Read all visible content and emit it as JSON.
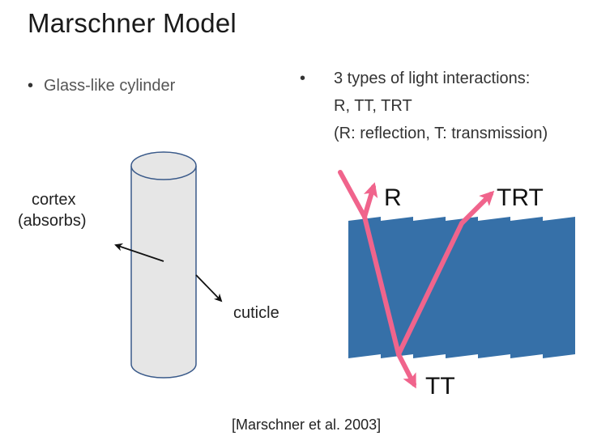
{
  "title": "Marschner Model",
  "left_bullet": "Glass-like cylinder",
  "right_bullet": {
    "line1": "3 types of light interactions:",
    "line2": "R, TT, TRT",
    "line3": "(R: reflection, T: transmission)"
  },
  "bullet_glyph": "•",
  "cylinder_labels": {
    "cortex": "cortex",
    "absorbs": "(absorbs)",
    "cuticle": "cuticle"
  },
  "ray_labels": {
    "r": "R",
    "trt": "TRT",
    "tt": "TT"
  },
  "colors": {
    "fiber": "#3670a8",
    "ray": "#f0648c",
    "cylinder_fill": "#e6e6e6",
    "cylinder_stroke": "#3a5a8a"
  },
  "citation": "[Marschner et al. 2003]"
}
